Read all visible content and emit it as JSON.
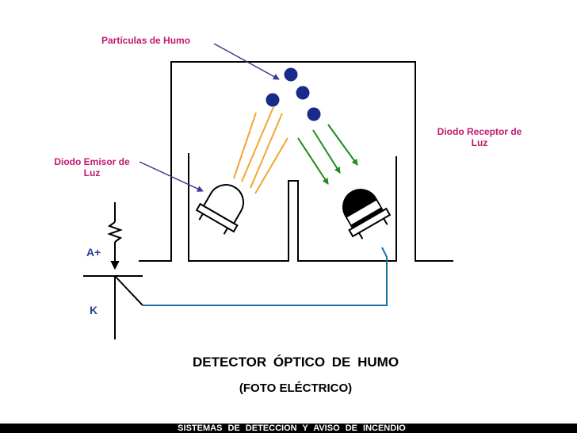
{
  "labels": {
    "smoke_particles": "Partículas de Humo",
    "emitter_diode_line1": "Diodo Emisor de",
    "emitter_diode_line2": "Luz",
    "receiver_diode_line1": "Diodo Receptor de",
    "receiver_diode_line2": "Luz",
    "anode": "A+",
    "cathode": "K"
  },
  "title": "DETECTOR ÓPTICO DE HUMO",
  "subtitle": "(FOTO ELÉCTRICO)",
  "footer": "SISTEMAS DE DETECCION Y AVISO DE INCENDIO",
  "colors": {
    "label_text": "#c0186e",
    "terminal_text": "#2b3f94",
    "leader_line": "#3a3a8c",
    "emitted_light": "#f0a830",
    "reflected_light": "#1f8a1f",
    "smoke_particle": "#1a2a8a",
    "circuit_wire": "#1f6fa0",
    "chamber": "#000000"
  }
}
